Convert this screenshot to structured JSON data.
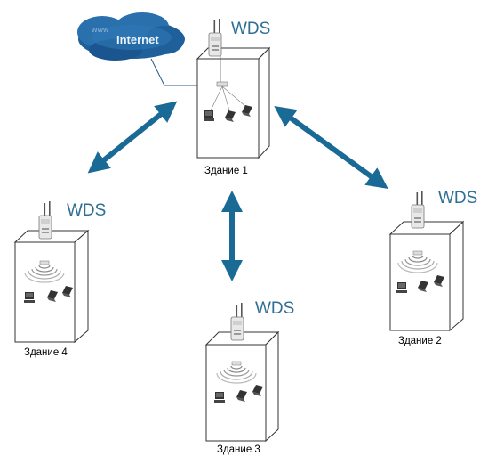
{
  "cloud": {
    "www": "www",
    "label": "Internet"
  },
  "wds_label": "WDS",
  "buildings": [
    {
      "id": "b1",
      "label": "Здание 1"
    },
    {
      "id": "b2",
      "label": "Здание 2"
    },
    {
      "id": "b3",
      "label": "Здание 3"
    },
    {
      "id": "b4",
      "label": "Здание 4"
    }
  ],
  "colors": {
    "arrow": "#1a6a96",
    "wds_text": "#2f6f95",
    "cloud": "#1f5f9a"
  },
  "icons": [
    "cloud-icon",
    "access-point-icon",
    "desktop-computer-icon",
    "laptop-icon",
    "router-icon",
    "wifi-waves-icon",
    "double-arrow-icon"
  ]
}
